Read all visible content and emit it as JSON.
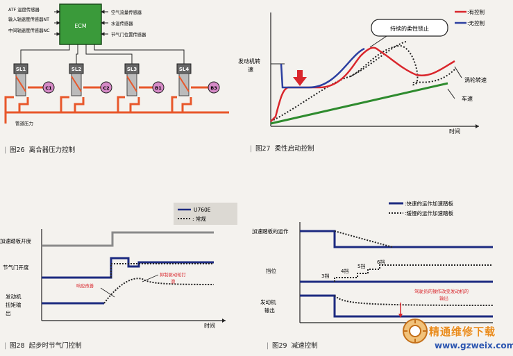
{
  "fig26": {
    "caption_num": "图26",
    "caption_text": "离合器压力控制",
    "ecm": "ECM",
    "sensors_left": [
      "ATF 温度传感器",
      "输入轴速度传感器NT",
      "中间轴速度传感器NC"
    ],
    "sensors_right": [
      "空气流量传感器",
      "水温传感器",
      "节气门位置传感器"
    ],
    "solenoids": [
      "SL1",
      "SL2",
      "SL3",
      "SL4"
    ],
    "clutches": [
      "C1",
      "C2",
      "B1",
      "B3"
    ],
    "line_pressure": "管道压力"
  },
  "fig27": {
    "caption_num": "图27",
    "caption_text": "柔性启动控制",
    "legend": [
      ":有控制",
      ":无控制"
    ],
    "callout": "持续的柔性锁止",
    "ylabel": "发动机转速",
    "turbine": "涡轮转速",
    "vehicle": "车速",
    "xlabel": "时间",
    "colors": {
      "with_control": "#d9262c",
      "without_control": "#2c3fa0",
      "vehicle": "#2e8b2e"
    }
  },
  "fig28": {
    "caption_num": "图28",
    "caption_text": "起步时节气门控制",
    "legend": [
      "U760E",
      ": 常规"
    ],
    "row_accel": "加速踏板开度",
    "row_throttle": "节气门开度",
    "row_torque": "发动机扭矩输出",
    "note_response": "响应改善",
    "note_suppress": "抑制驱动轮打滑",
    "xlabel": "时间"
  },
  "fig29": {
    "caption_num": "图29",
    "caption_text": "减速控制",
    "legend": [
      ":快速的运作加速踏板",
      ":缓慢的运作加速踏板"
    ],
    "row_pedal": "加速踏板的运作",
    "row_gear": "挡位",
    "row_output": "发动机输出",
    "gears": [
      "3挡",
      "4挡",
      "5挡",
      "6挡"
    ],
    "note": "驾驶员的操作改变发动机的输出"
  },
  "watermark": {
    "name": "精通维修下载",
    "url": "www.gzweix.com"
  }
}
